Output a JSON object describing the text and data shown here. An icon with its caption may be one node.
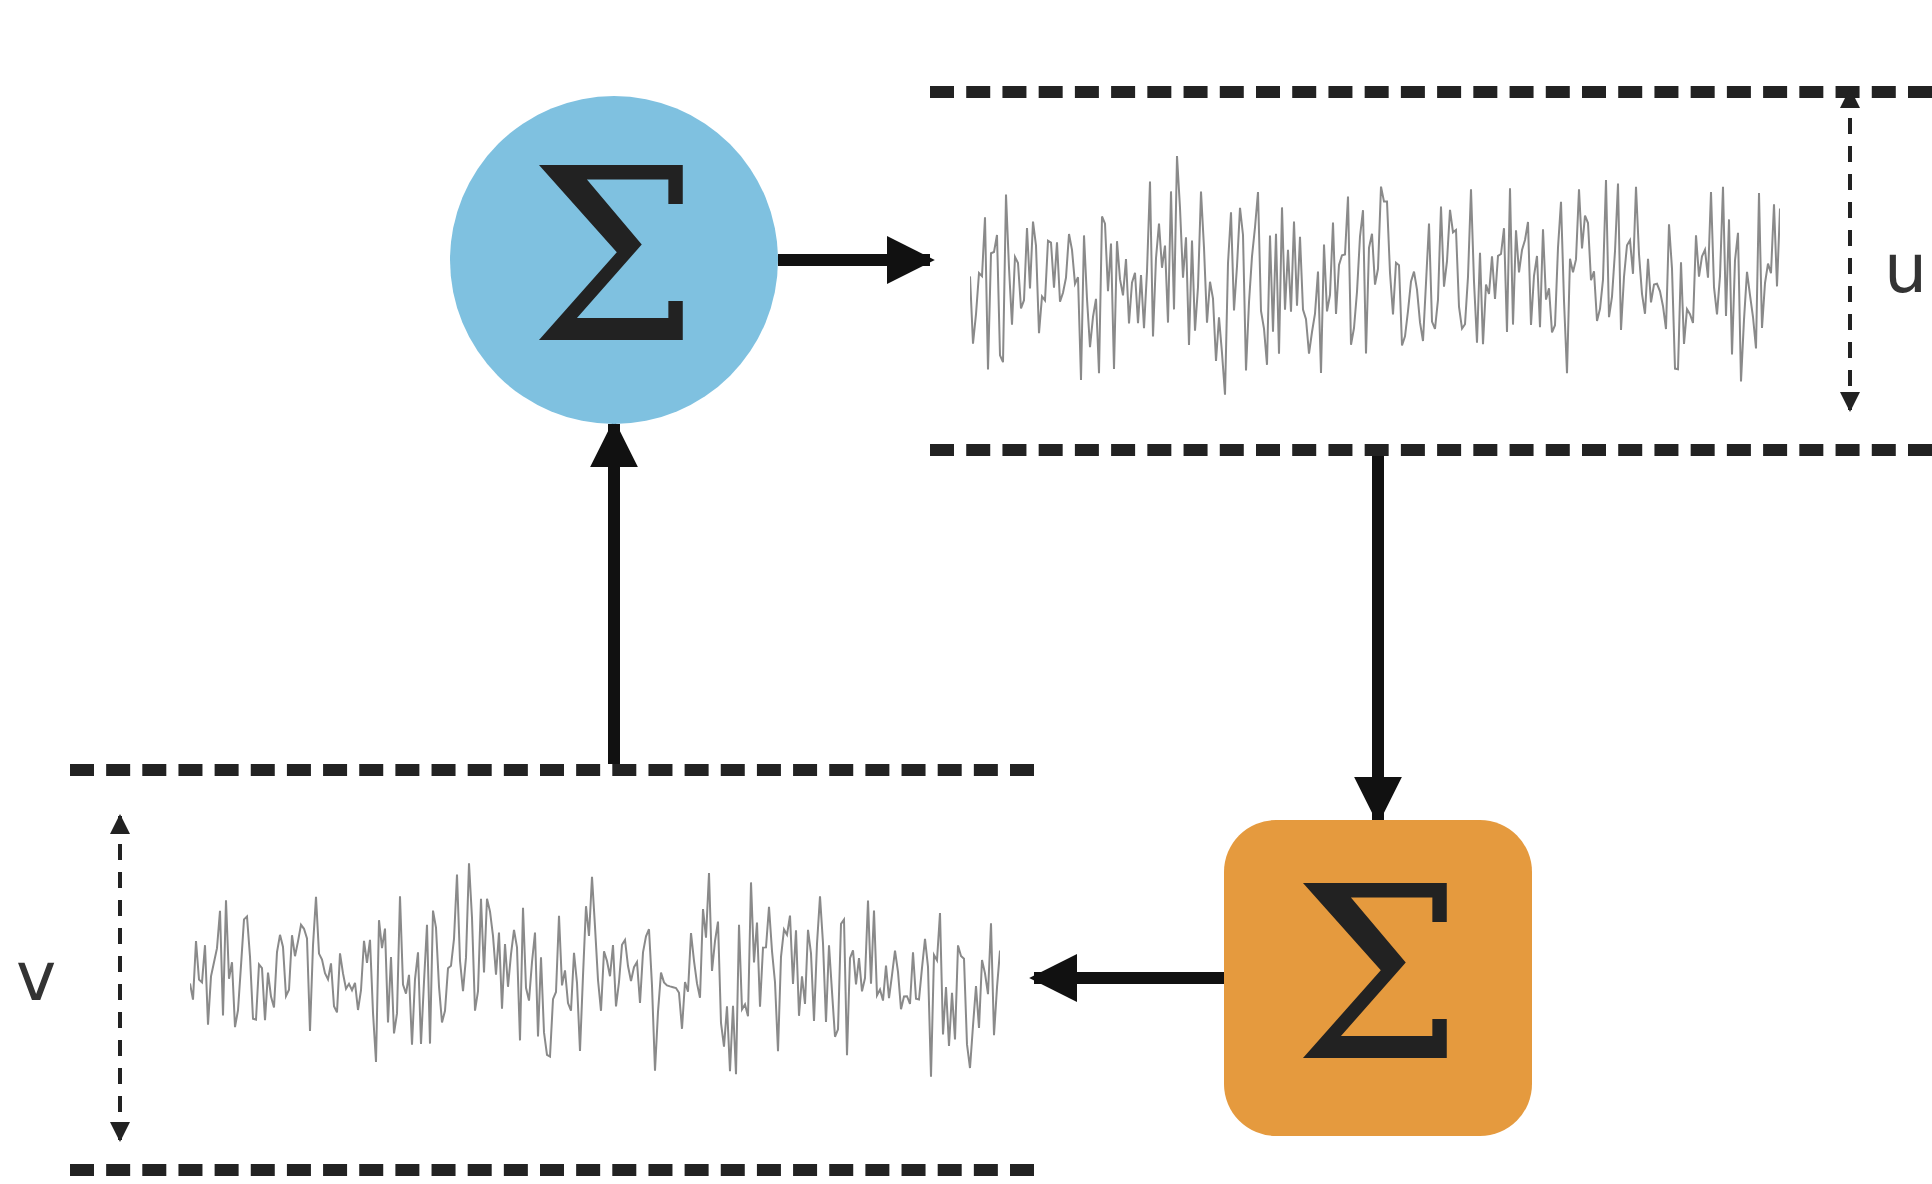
{
  "diagram": {
    "nodes": [
      {
        "text": [
          "Σ"
        ]
      },
      {
        "text": [],
        "shape": "picture"
      },
      {
        "text": [
          "Σ"
        ]
      },
      {
        "text": [],
        "shape": "picture"
      }
    ],
    "edges": [
      {
        "from": 0,
        "to": 1,
        "arrow": "to"
      },
      {
        "from": 1,
        "to": 2,
        "arrow": "to"
      },
      {
        "from": 2,
        "to": 3,
        "arrow": "to"
      },
      {
        "from": 3,
        "to": 0,
        "arrow": "to"
      }
    ],
    "labels": [
      "u",
      "v"
    ]
  }
}
